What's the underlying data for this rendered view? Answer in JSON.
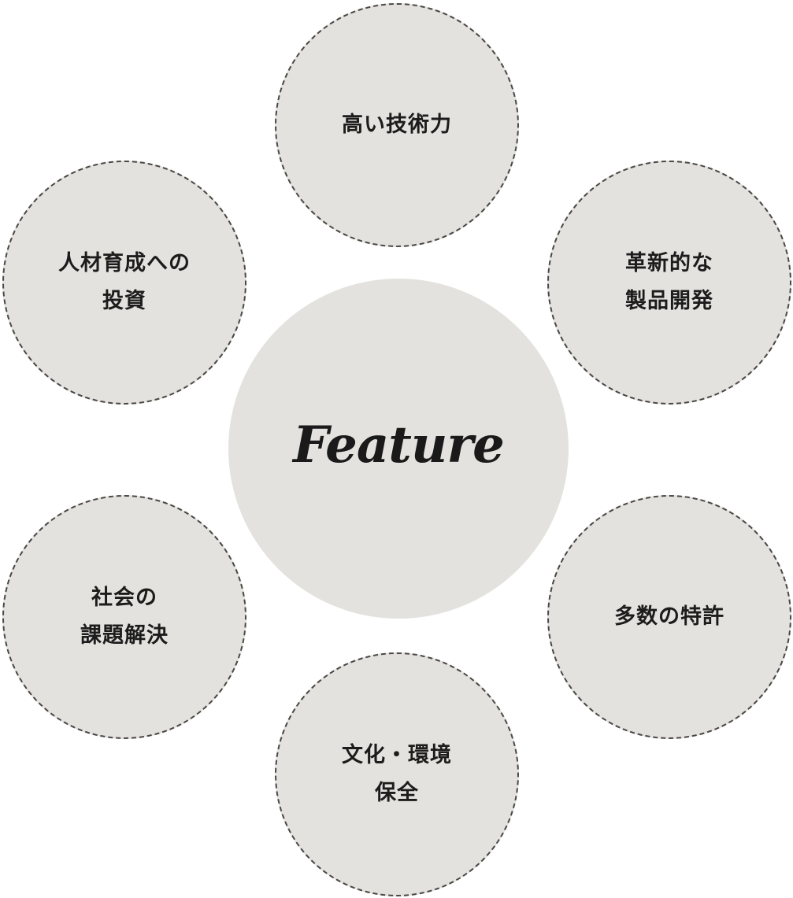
{
  "center": {
    "title": "Feature"
  },
  "features": {
    "top": [
      "高い技術力"
    ],
    "upper_right": [
      "革新的な",
      "製品開発"
    ],
    "lower_right": [
      "多数の特許"
    ],
    "bottom": [
      "文化・環境",
      "保全"
    ],
    "lower_left": [
      "社会の",
      "課題解決"
    ],
    "upper_left": [
      "人材育成への",
      "投資"
    ]
  },
  "colors": {
    "circle_fill": "#e3e2de",
    "dashed_border": "#4a4745",
    "text": "#1c1c1c"
  }
}
